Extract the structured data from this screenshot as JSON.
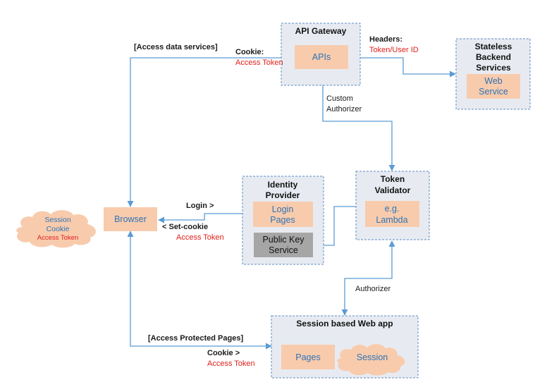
{
  "diagram": {
    "api_gateway": {
      "title": "API Gateway",
      "apis": "APIs"
    },
    "backend": {
      "title_lines": [
        "Stateless",
        "Backend",
        "Services"
      ],
      "web_service_lines": [
        "Web",
        "Service"
      ]
    },
    "identity": {
      "title_lines": [
        "Identity",
        "Provider"
      ],
      "login_pages_lines": [
        "Login",
        "Pages"
      ],
      "public_key_lines": [
        "Public Key",
        "Service"
      ]
    },
    "token_validator": {
      "title_lines": [
        "Token",
        "Validator"
      ],
      "lambda_lines": [
        "e.g.",
        "Lambda"
      ]
    },
    "webapp": {
      "title": "Session based Web app",
      "pages": "Pages",
      "session": "Session"
    },
    "browser": {
      "label": "Browser"
    },
    "session_cookie": {
      "lines": [
        "Session",
        "Cookie"
      ],
      "token": "Access Token"
    },
    "edges": {
      "access_data": "[Access data services]",
      "cookie_label": "Cookie:",
      "cookie_token": "Access Token",
      "headers_label": "Headers:",
      "headers_value": "Token/User ID",
      "custom_auth_lines": [
        "Custom",
        "Authorizer"
      ],
      "login": "Login >",
      "set_cookie": "< Set-cookie",
      "set_cookie_token": "Access Token",
      "authorizer": "Authorizer",
      "access_protected": "[Access Protected Pages]",
      "cookie2_label": "Cookie >",
      "cookie2_token": "Access Token"
    }
  }
}
